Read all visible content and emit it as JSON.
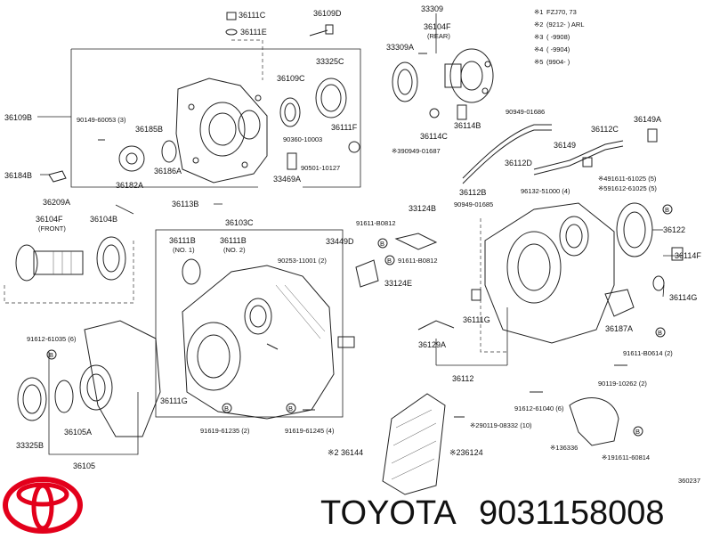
{
  "notes": [
    {
      "mark": "※1",
      "text": "FZJ70, 73"
    },
    {
      "mark": "※2",
      "text": "(9212-      )  ARL"
    },
    {
      "mark": "※3",
      "text": "(    -9908)"
    },
    {
      "mark": "※4",
      "text": "(     -9904)"
    },
    {
      "mark": "※5",
      "text": "(9904-      )"
    }
  ],
  "labels": {
    "p36111C": "36111C",
    "p36109D": "36109D",
    "p36111E": "36111E",
    "p33309": "33309",
    "p36104F_top": "36104F",
    "p_rear": "(REAR)",
    "p33309A": "33309A",
    "p33325C": "33325C",
    "p36109C": "36109C",
    "p36109B": "36109B",
    "p90149": "90149-60053 (3)",
    "p36185B": "36185B",
    "p36111F": "36111F",
    "p90360": "90360-10003",
    "p36186A": "36186A",
    "p90501": "90501-10127",
    "p36184B": "36184B",
    "p36182A": "36182A",
    "p33469A": "33469A",
    "p90949_1686": "90949-01686",
    "p36149A": "36149A",
    "p36114B": "36114B",
    "p36114C": "36114C",
    "p390949": "※390949-01687",
    "p36112C": "36112C",
    "p36149": "36149",
    "p36112D": "36112D",
    "p91611_61025": "※491611-61025 (5)",
    "p91612_61025": "※591612-61025 (5)",
    "p36112B": "36112B",
    "p96132": "96132-51000 (4)",
    "p90949_1685": "90949-01685",
    "p36209A": "36209A",
    "p36113B": "36113B",
    "p36104F_front": "36104F",
    "p_front": "(FRONT)",
    "p36104B": "36104B",
    "p36103C": "36103C",
    "p33124B": "33124B",
    "p91611_B0812a": "91611-B0812",
    "p36111B_1": "36111B",
    "p_no1": "(NO. 1)",
    "p36111B_2": "36111B",
    "p_no2": "(NO. 2)",
    "p33449D": "33449D",
    "p90253": "90253-11001 (2)",
    "p91611_B0812b": "91611-B0812",
    "p33124E": "33124E",
    "p36122": "36122",
    "p36114F": "36114F",
    "p36114G": "36114G",
    "p91612_61035": "91612-61035 (6)",
    "p36111G_right": "36111G",
    "p36187A": "36187A",
    "p36129A": "36129A",
    "p91611_B0614": "91611-B0614 (2)",
    "p36112": "36112",
    "p90119": "90119-10262 (2)",
    "p36111G_left": "36111G",
    "p91612_61040": "91612-61040 (6)",
    "p33325B": "33325B",
    "p36105A": "36105A",
    "p91619_61235": "91619-61235 (2)",
    "p91619_61245": "91619-61245 (4)",
    "p290119": "※290119-08332 (10)",
    "p136336": "※136336",
    "p36105": "36105",
    "p36144": "※2 36144",
    "p236124": "※236124",
    "p191611": "※191611-60814",
    "b": "B",
    "diagram_code": "360237"
  },
  "footer": {
    "brand": "TOYOTA",
    "part_number": "9031158008",
    "logo": "toyota-logo"
  },
  "colors": {
    "logo": "#e3001b",
    "ink": "#111111"
  }
}
